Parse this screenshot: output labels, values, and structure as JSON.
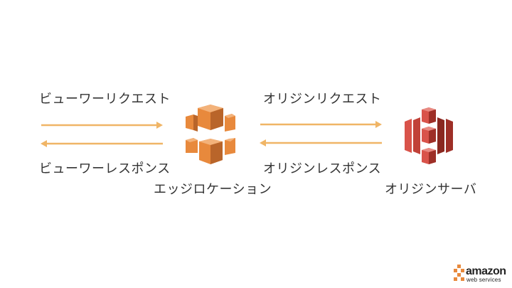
{
  "labels": {
    "viewer_request": "ビューワーリクエスト",
    "viewer_response": "ビューワーレスポンス",
    "origin_request": "オリジンリクエスト",
    "origin_response": "オリジンレスポンス",
    "edge_location": "エッジロケーション",
    "origin_server": "オリジンサーバ"
  },
  "logo": {
    "brand": "amazon",
    "sub": "web services"
  },
  "colors": {
    "arrow": "#f0b566",
    "edge_icon": "#e8893c",
    "origin_icon": "#d9534a",
    "text": "#333333"
  }
}
